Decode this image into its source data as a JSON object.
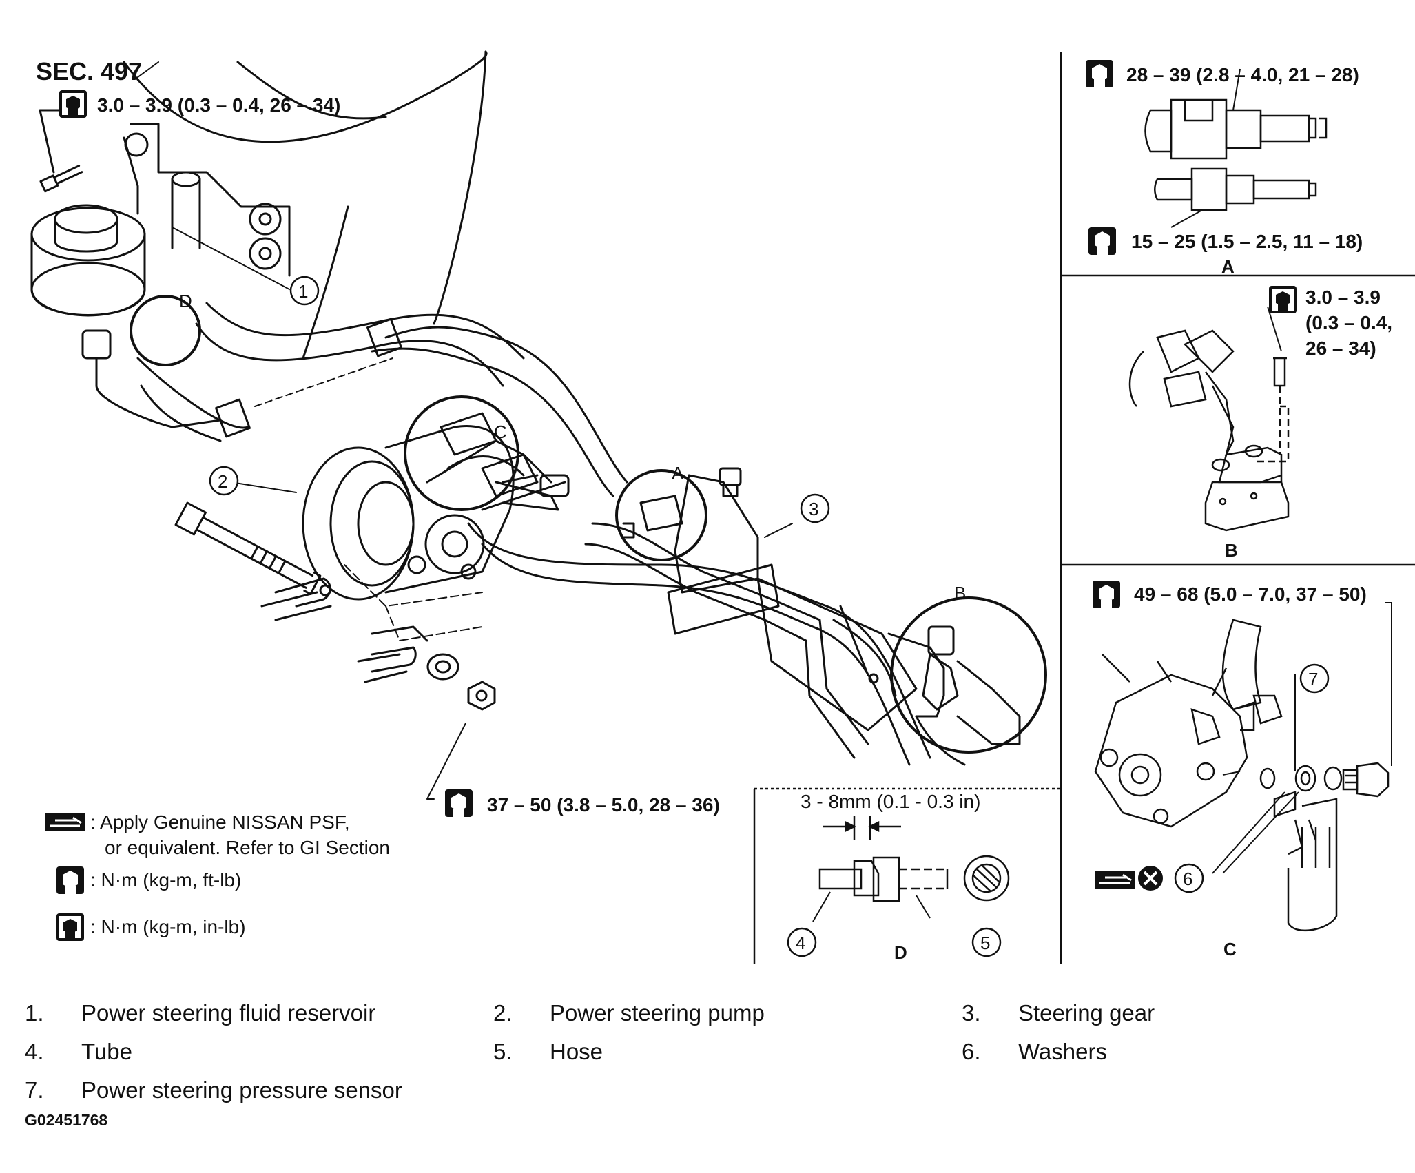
{
  "section_label": "SEC. 497",
  "torque_specs": {
    "reservoir_bolt": "3.0 – 3.9 (0.3 – 0.4, 26 – 34)",
    "pump_nut": "37 – 50 (3.8 – 5.0, 28 – 36)",
    "detail_a_top": "28 – 39 (2.8 – 4.0, 21 – 28)",
    "detail_a_bottom": "15 – 25 (1.5 – 2.5, 11 – 18)",
    "detail_b_line1": "3.0 – 3.9",
    "detail_b_line2": "(0.3 – 0.4,",
    "detail_b_line3": "26 – 34)",
    "detail_c": "49 – 68 (5.0 – 7.0, 37 – 50)"
  },
  "detail_d_dimension": "3 - 8mm (0.1 - 0.3 in)",
  "detail_labels": {
    "a": "A",
    "b": "B",
    "c": "C",
    "d": "D"
  },
  "symbol_legend": {
    "psf_line1": ": Apply Genuine NISSAN PSF,",
    "psf_line2": "or equivalent. Refer to GI Section",
    "ftlb": ": N·m (kg-m, ft-lb)",
    "inlb": ": N·m (kg-m, in-lb)"
  },
  "callouts": [
    "1",
    "2",
    "3",
    "4",
    "5",
    "6",
    "7"
  ],
  "parts_legend": [
    {
      "num": "1.",
      "name": "Power steering fluid reservoir"
    },
    {
      "num": "2.",
      "name": "Power steering pump"
    },
    {
      "num": "3.",
      "name": "Steering gear"
    },
    {
      "num": "4.",
      "name": "Tube"
    },
    {
      "num": "5.",
      "name": "Hose"
    },
    {
      "num": "6.",
      "name": "Washers"
    },
    {
      "num": "7.",
      "name": "Power steering pressure sensor"
    }
  ],
  "figure_id": "G02451768",
  "icons": [
    "torque-wrench-icon",
    "torque-wrench-inlb-icon",
    "psf-fluid-icon",
    "do-not-reuse-icon"
  ],
  "colors": {
    "ink": "#111111",
    "background": "#ffffff"
  }
}
